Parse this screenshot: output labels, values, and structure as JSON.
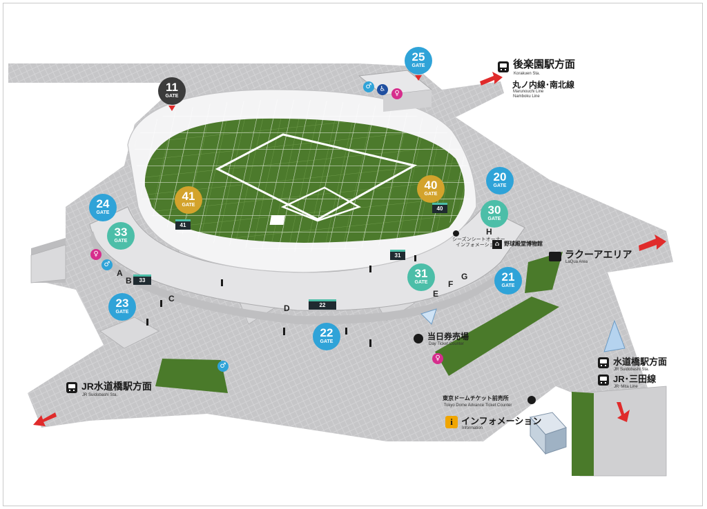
{
  "gates": [
    {
      "num": "11",
      "label": "GATE",
      "color": "dark"
    },
    {
      "num": "25",
      "label": "GATE",
      "color": "blue"
    },
    {
      "num": "20",
      "label": "GATE",
      "color": "blue"
    },
    {
      "num": "40",
      "label": "GATE",
      "color": "gold"
    },
    {
      "num": "41",
      "label": "GATE",
      "color": "gold"
    },
    {
      "num": "24",
      "label": "GATE",
      "color": "blue"
    },
    {
      "num": "33",
      "label": "GATE",
      "color": "teal"
    },
    {
      "num": "30",
      "label": "GATE",
      "color": "teal"
    },
    {
      "num": "31",
      "label": "GATE",
      "color": "teal"
    },
    {
      "num": "21",
      "label": "GATE",
      "color": "blue"
    },
    {
      "num": "23",
      "label": "GATE",
      "color": "blue"
    },
    {
      "num": "22",
      "label": "GATE",
      "color": "blue"
    }
  ],
  "stations": {
    "korakuen": {
      "jp": "後楽園駅方面",
      "en": "Korakuen Sta."
    },
    "marunouchi": {
      "jp": "丸ノ内線･南北線",
      "en1": "Marunouchi Line",
      "en2": "Namboku Line"
    },
    "jr_suidobashi_left": {
      "jp": "JR水道橋駅方面",
      "en": "JR Suidobashi Sta."
    },
    "suidobashi_right": {
      "jp": "水道橋駅方面",
      "en": "JR Suidobashi Sta."
    },
    "jr_mita": {
      "jp": "JR･三田線",
      "en": "JR･Mita Line"
    }
  },
  "places": {
    "laqua": {
      "jp": "ラクーアエリア",
      "en": "LaQua Area"
    },
    "day_ticket": {
      "jp": "当日券売場",
      "en": "Day Ticket Counter"
    },
    "advance_ticket": {
      "jp": "東京ドームチケット前売所",
      "en": "Tokyo Dome Advance Ticket Counter"
    },
    "information": {
      "jp": "インフォメーション",
      "en": "Information"
    },
    "museum": {
      "jp": "野球殿堂博物館"
    },
    "season_seat": {
      "jp1": "シーズンシートオーナー",
      "jp2": "インフォメーション"
    }
  },
  "letters": [
    "A",
    "B",
    "C",
    "D",
    "E",
    "F",
    "G",
    "H"
  ],
  "gate_signs": [
    "41",
    "40",
    "31",
    "22",
    "33"
  ],
  "colors": {
    "plaza": "#c9c9cb",
    "turf": "#4f7d2f",
    "dome": "#f2f2f2",
    "arrow": "#e02b2b",
    "gate_blue": "#2fa3d8",
    "gate_teal": "#4cbea8",
    "gate_gold": "#d3a32c"
  }
}
